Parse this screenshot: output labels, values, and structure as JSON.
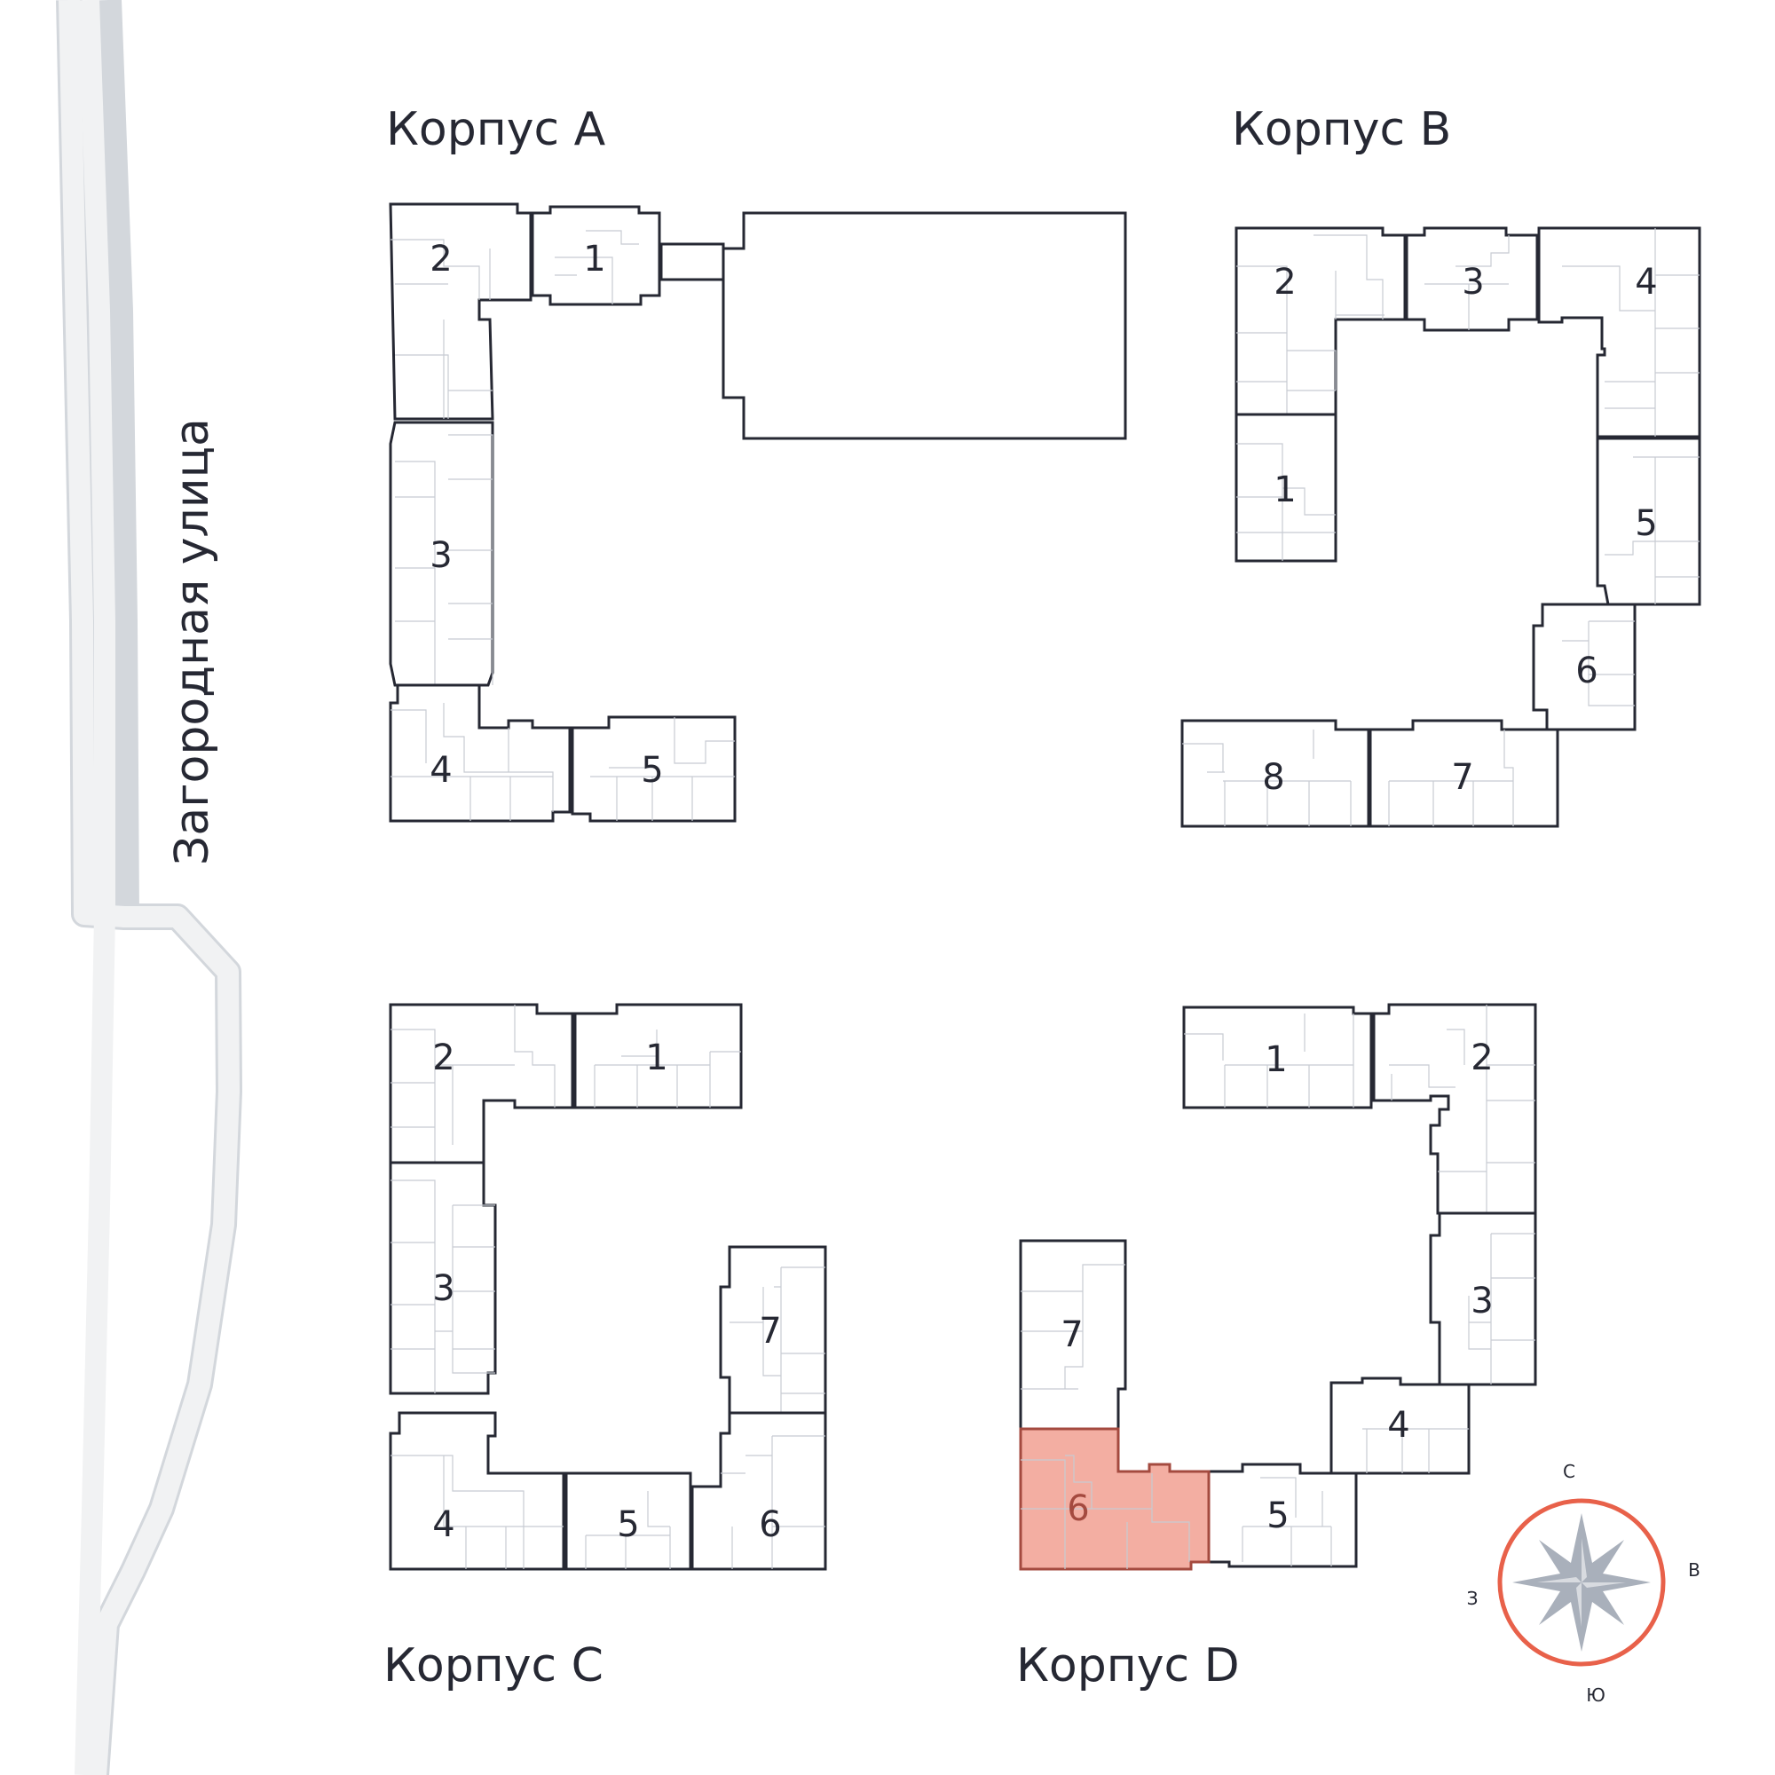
{
  "street": {
    "name": "Загородная улица"
  },
  "corpuses": [
    {
      "id": "A",
      "label": "Корпус A",
      "sections": [
        "1",
        "2",
        "3",
        "4",
        "5"
      ]
    },
    {
      "id": "B",
      "label": "Корпус B",
      "sections": [
        "1",
        "2",
        "3",
        "4",
        "5",
        "6",
        "7",
        "8"
      ]
    },
    {
      "id": "C",
      "label": "Корпус C",
      "sections": [
        "1",
        "2",
        "3",
        "4",
        "5",
        "6",
        "7"
      ]
    },
    {
      "id": "D",
      "label": "Корпус D",
      "sections": [
        "1",
        "2",
        "3",
        "4",
        "5",
        "6",
        "7"
      ]
    }
  ],
  "selected": {
    "corpus": "D",
    "section": "6",
    "color": "#f3aea2"
  },
  "compass": {
    "north": "С",
    "east": "В",
    "south": "Ю",
    "west": "З",
    "ring_color": "#e8614a",
    "star_color": "#a9b0bb"
  }
}
